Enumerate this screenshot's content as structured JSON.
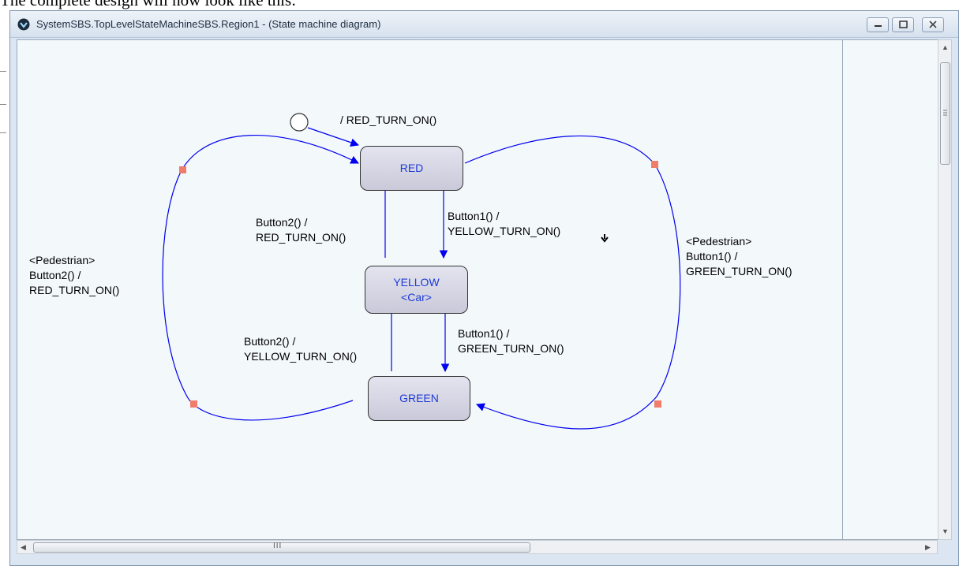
{
  "document_caption": "The complete design will now look like this:",
  "window": {
    "title": "SystemSBS.TopLevelStateMachineSBS.Region1 - (State machine diagram)",
    "buttons": {
      "minimize": "minimize",
      "maximize": "maximize",
      "close": "close"
    }
  },
  "diagram": {
    "states": {
      "red": "RED",
      "yellow": "YELLOW",
      "yellow_sub": "<Car>",
      "green": "GREEN"
    },
    "initial_label": "/ RED_TURN_ON()",
    "t_red_yellow": {
      "line1": "Button1() /",
      "line2": "YELLOW_TURN_ON()"
    },
    "t_yellow_red": {
      "line1": "Button2() /",
      "line2": "RED_TURN_ON()"
    },
    "t_yellow_green": {
      "line1": "Button1() /",
      "line2": "GREEN_TURN_ON()"
    },
    "t_green_yellow": {
      "line1": "Button2() /",
      "line2": "YELLOW_TURN_ON()"
    },
    "t_green_red_left": {
      "line1": "<Pedestrian>",
      "line2": "Button2() /",
      "line3": "RED_TURN_ON()"
    },
    "t_red_green_right": {
      "line1": "<Pedestrian>",
      "line2": "Button1() /",
      "line3": "GREEN_TURN_ON()"
    }
  },
  "scrollbar": {
    "h_grip": "III"
  },
  "colors": {
    "edge": "#0000ee",
    "state_text": "#1f3bd6",
    "waypoint": "#f07c6c"
  }
}
